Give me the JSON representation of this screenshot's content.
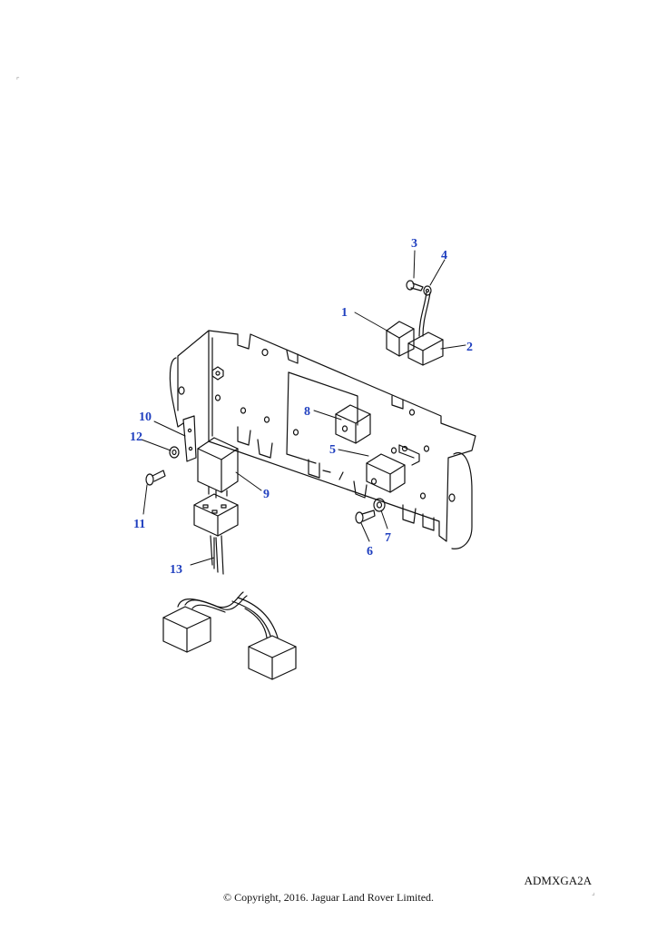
{
  "callouts": [
    {
      "id": "1",
      "label": "1"
    },
    {
      "id": "2",
      "label": "2"
    },
    {
      "id": "3",
      "label": "3"
    },
    {
      "id": "4",
      "label": "4"
    },
    {
      "id": "5",
      "label": "5"
    },
    {
      "id": "6",
      "label": "6"
    },
    {
      "id": "7",
      "label": "7"
    },
    {
      "id": "8",
      "label": "8"
    },
    {
      "id": "9",
      "label": "9"
    },
    {
      "id": "10",
      "label": "10"
    },
    {
      "id": "11",
      "label": "11"
    },
    {
      "id": "12",
      "label": "12"
    },
    {
      "id": "13",
      "label": "13"
    }
  ],
  "reference_code": "ADMXGA2A",
  "copyright": "© Copyright, 2016. Jaguar Land Rover Limited.",
  "colors": {
    "callout": "#1f3fbf",
    "line": "#111111"
  }
}
